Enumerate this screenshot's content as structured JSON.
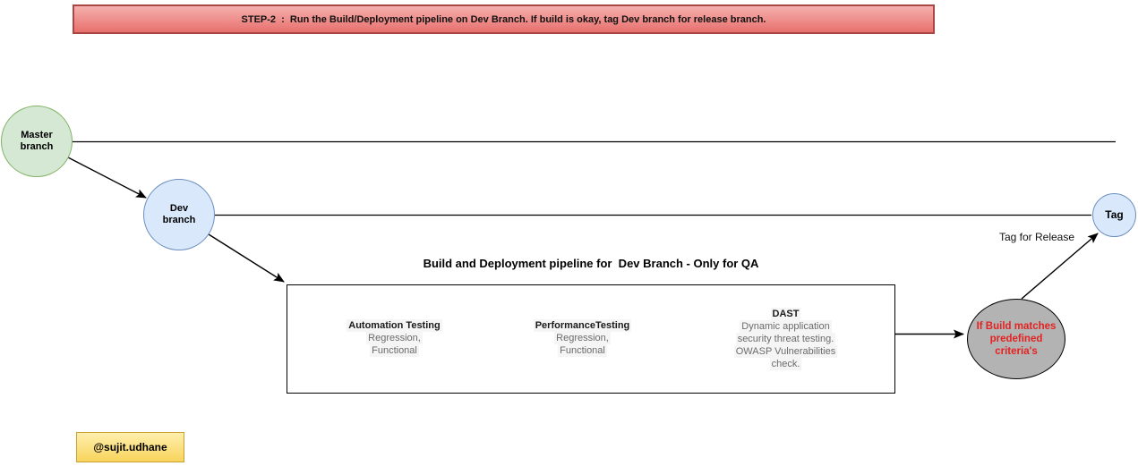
{
  "banner": {
    "text": "STEP-2  :  Run the Build/Deployment pipeline on Dev Branch. If build is okay, tag Dev branch for release branch."
  },
  "nodes": {
    "master": {
      "label": "Master branch"
    },
    "dev": {
      "label": "Dev branch"
    },
    "tag": {
      "label": "Tag"
    },
    "decision": {
      "line1": "If Build matches",
      "line2": "predefined",
      "line3": "criteria's"
    }
  },
  "labels": {
    "tag_for_release": "Tag for Release"
  },
  "pipeline": {
    "title": "Build and Deployment pipeline for  Dev Branch - Only for QA",
    "steps": [
      {
        "title": "Automation Testing",
        "line1": "Regression,",
        "line2": "Functional"
      },
      {
        "title": "PerformanceTesting",
        "line1": "Regression,",
        "line2": "Functional"
      },
      {
        "title": "DAST",
        "line1": "Dynamic application",
        "line2": "security threat testing.",
        "line3": "OWASP Vulnerabilities",
        "line4": "check."
      }
    ]
  },
  "badge": {
    "text": "@sujit.udhane"
  },
  "colors": {
    "green_fill": "#d5e8d4",
    "green_border": "#82b366",
    "blue_fill": "#dae8fc",
    "blue_border": "#6c8ebf",
    "yellow_fill": "#fdeebd",
    "yellow_border": "#d6b656",
    "banner_top": "#f4b0ad",
    "banner_bottom": "#e8706d",
    "banner_border": "#a84744",
    "badge_top": "#ffefad",
    "badge_bottom": "#f8d45c",
    "badge_border": "#c9a233",
    "gray_fill": "#b3b3b3",
    "red_text": "#e32222",
    "subtext": "#6b6b6b",
    "label_bg": "#f5f5f5",
    "line_color": "#000000"
  }
}
